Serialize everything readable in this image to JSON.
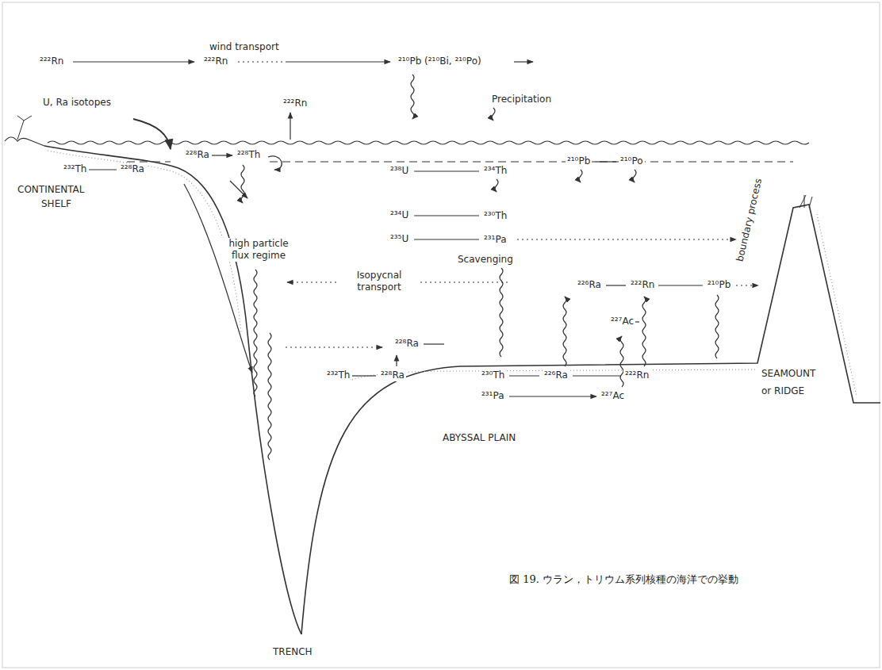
{
  "diagram": {
    "caption": "図 19. ウラン，トリウム系列核種の海洋での挙動",
    "labels": [
      "²²²Rn",
      "wind transport",
      "²²²Rn",
      "²¹⁰Pb (²¹⁰Bi, ²¹⁰Po)",
      "U, Ra isotopes",
      "²²²Rn",
      "Precipitation",
      "²²⁸Ra",
      "²²⁸Th",
      "²³²Th",
      "²²⁸Ra",
      "CONTINENTAL",
      "SHELF",
      "²³⁸U",
      "²³⁴Th",
      "²¹⁰Pb",
      "²¹⁰Po",
      "²³⁴U",
      "²³⁰Th",
      "²³⁵U",
      "²³¹Pa",
      "high particle flux regime",
      "Scavenging",
      "Isopycnal transport",
      "boundary process",
      "²²⁶Ra",
      "²²²Rn",
      "²¹⁰Pb",
      "²²⁷Ac",
      "²²⁸Ra",
      "²³²Th",
      "²²⁸Ra",
      "²³⁰Th",
      "²²⁶Ra",
      "²²²Rn",
      "²³¹Pa",
      "²²⁷Ac",
      "SEAMOUNT",
      "or RIDGE",
      "ABYSSAL PLAIN",
      "TRENCH"
    ]
  }
}
